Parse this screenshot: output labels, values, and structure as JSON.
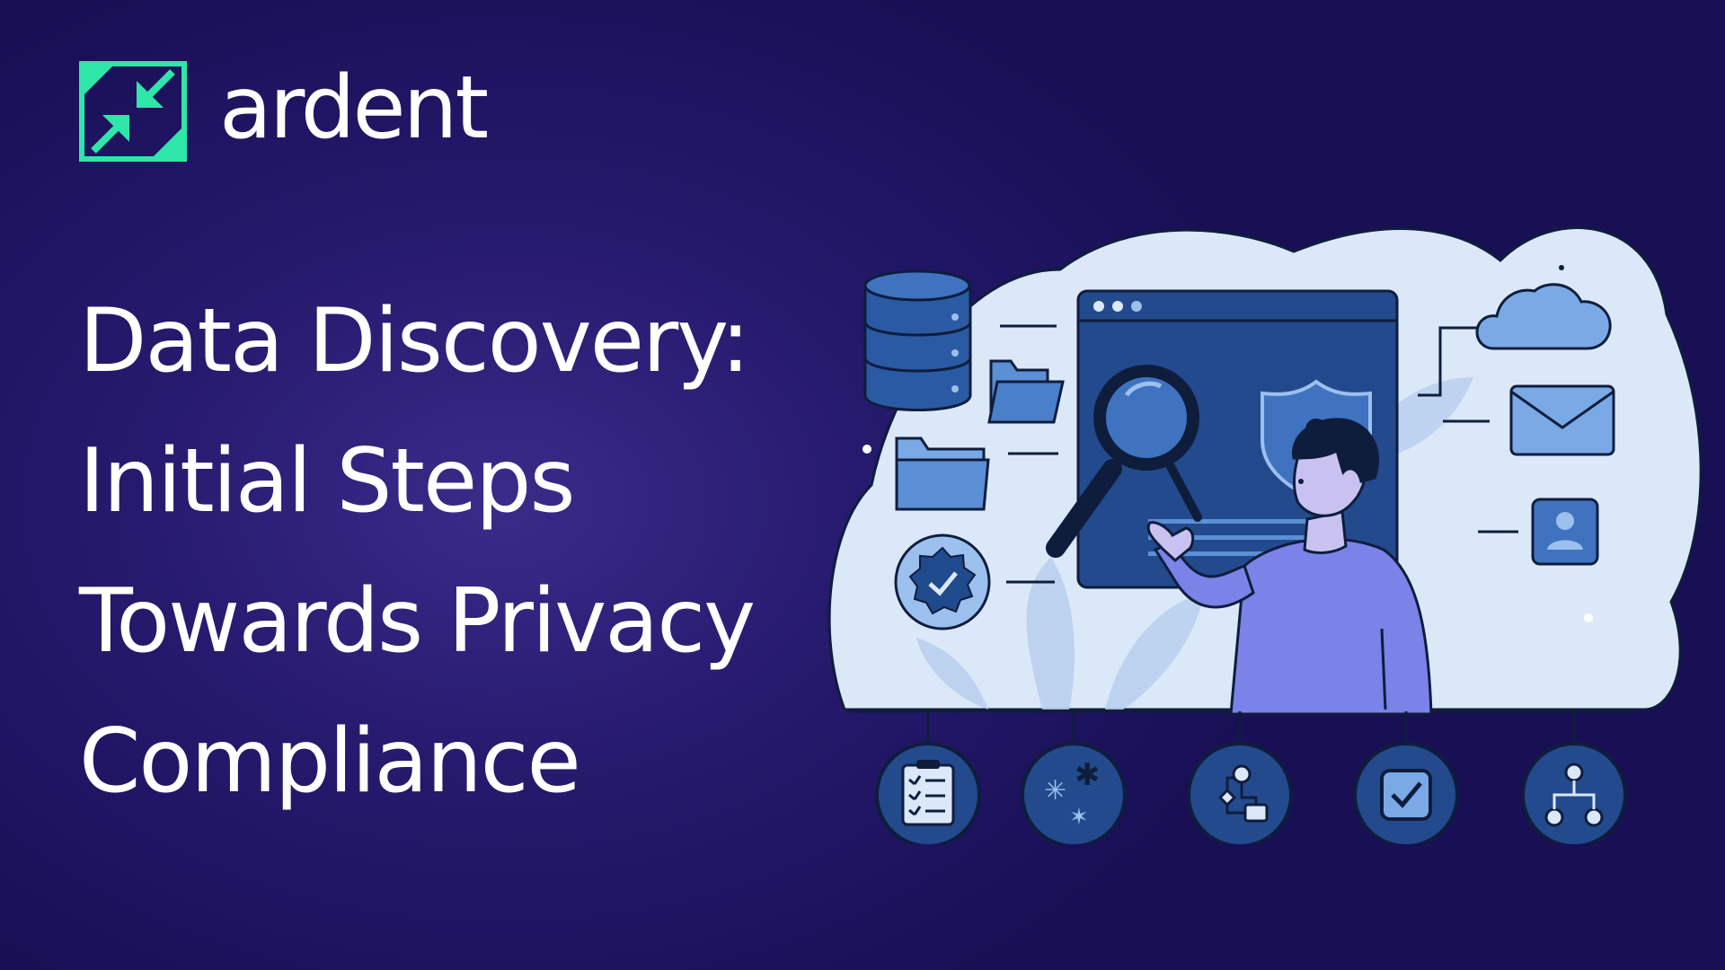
{
  "brand": {
    "name": "ardent",
    "accent": "#2ee6a8"
  },
  "headline": {
    "lines": [
      "Data Discovery:",
      "Initial Steps",
      "Towards Privacy",
      "Compliance"
    ]
  },
  "colors": {
    "background": "#1f1564",
    "blob": "#dbe8f7",
    "icon_fill": "#2a5aa3",
    "icon_stroke": "#0f1d3d",
    "person_shirt": "#7b82e8"
  },
  "illustration": {
    "icons": [
      "database-icon",
      "folder-icon",
      "verified-badge-icon",
      "browser-window",
      "magnifier-icon",
      "shield-lock-icon",
      "cloud-icon",
      "mail-icon",
      "user-profile-icon",
      "person-figure"
    ],
    "bottom_icons": [
      "checklist-icon",
      "sparkle-icon",
      "workflow-icon",
      "checkbox-icon",
      "hierarchy-icon"
    ]
  }
}
